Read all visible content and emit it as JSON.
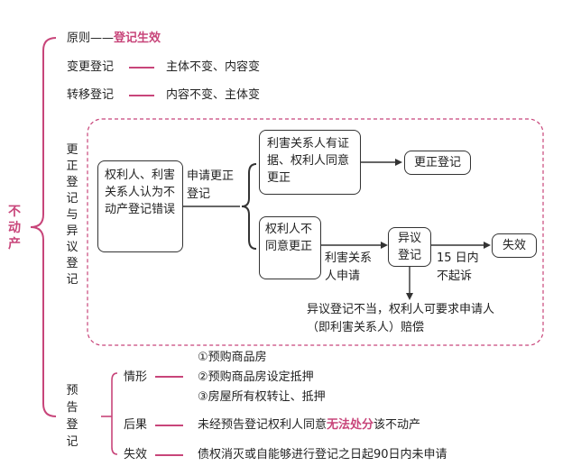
{
  "root": {
    "title": "不动产"
  },
  "principle": {
    "label": "原则——",
    "emphasis": "登记生效"
  },
  "change": {
    "label": "变更登记",
    "desc": "主体不变、内容变"
  },
  "transfer": {
    "label": "转移登记",
    "desc": "内容不变、主体变"
  },
  "correction": {
    "section_label": "更正登记与异议登记",
    "left_box": "权利人、利害关系人认为不动产登记错误",
    "apply_label": "申请更正登记",
    "branch_a_box": "利害关系人有证据、权利人同意更正",
    "result_a": "更正登记",
    "branch_b_box": "权利人不同意更正",
    "applicant_label": "利害关系人申请",
    "objection_box": "异议登记",
    "timeout_label": "15 日内不起诉",
    "fail_box": "失效",
    "note": "异议登记不当，权利人可要求申请人（即利害关系人）赔偿"
  },
  "advance": {
    "section_label": "预告登记",
    "situation": {
      "label": "情形",
      "items": [
        "①预购商品房",
        "②预购商品房设定抵押",
        "③房屋所有权转让、抵押"
      ]
    },
    "consequence": {
      "label": "后果",
      "text_before": "未经预告登记权利人同意",
      "text_emphasis": "无法处分",
      "text_after": "该不动产"
    },
    "expiry": {
      "label": "失效",
      "text": "债权消灭或自能够进行登记之日起90日内未申请"
    }
  },
  "colors": {
    "accent": "#c8457a",
    "line": "#333333"
  }
}
